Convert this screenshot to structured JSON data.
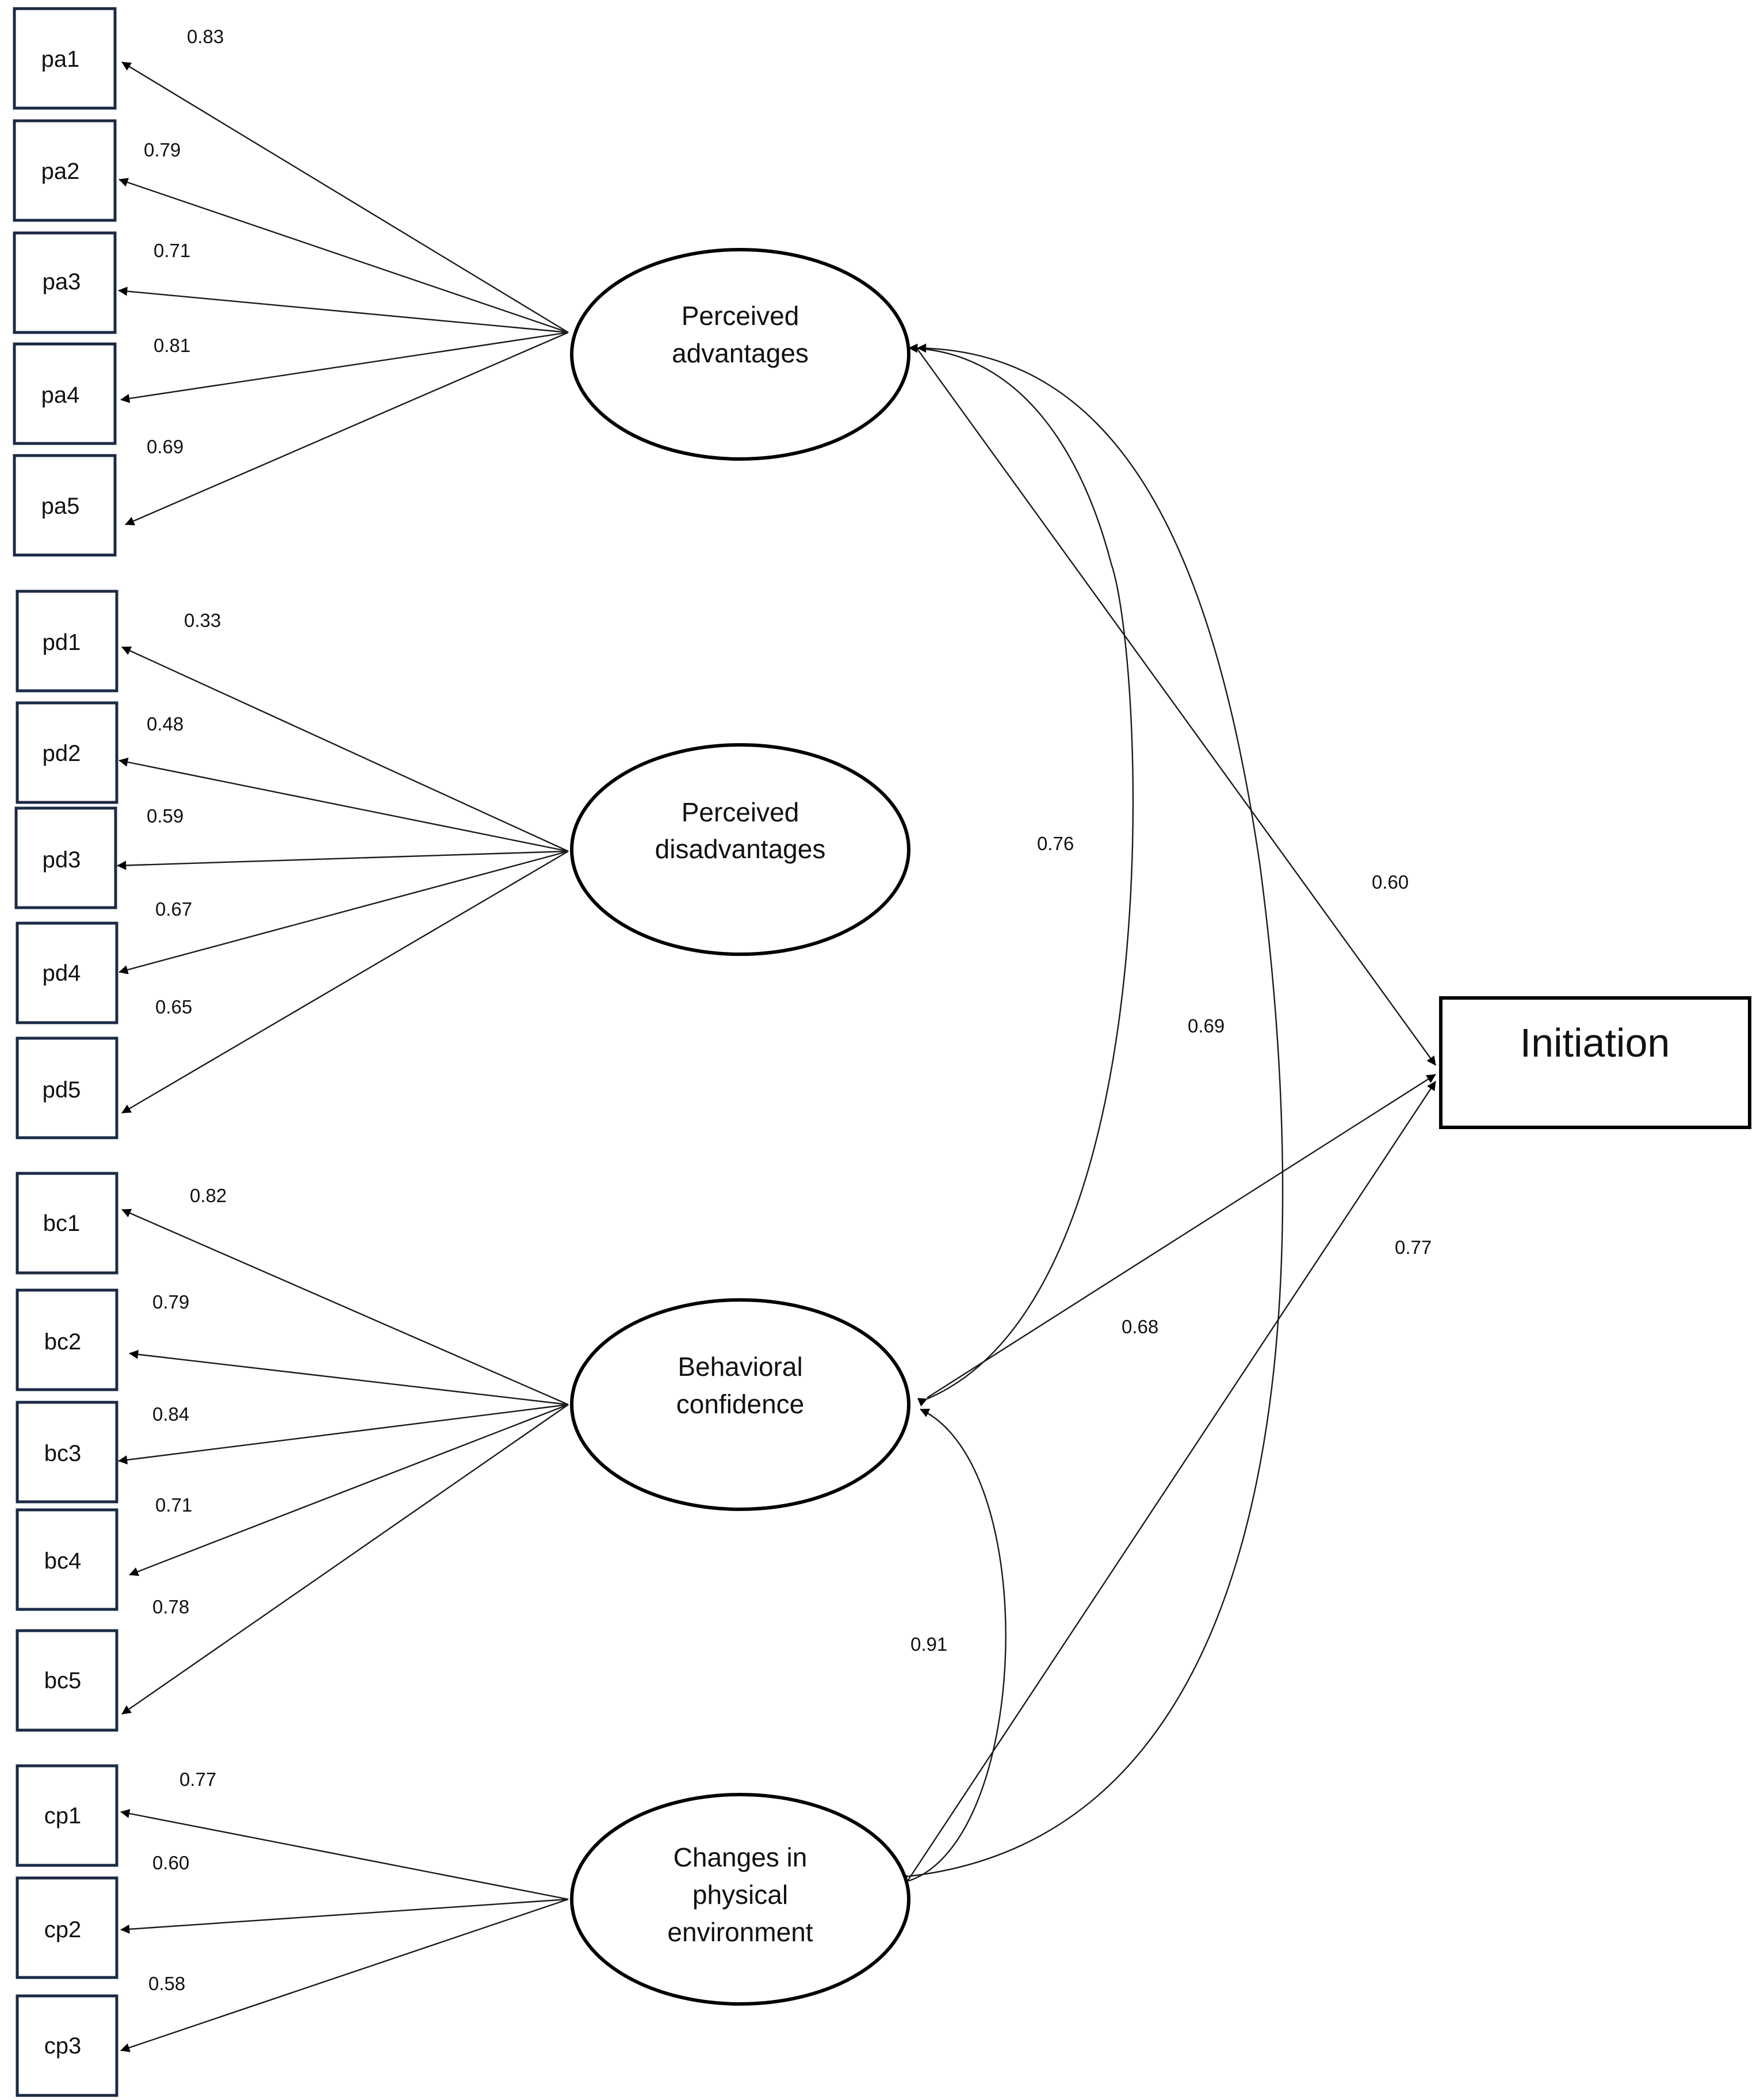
{
  "latents": {
    "pa": {
      "line1": "Perceived",
      "line2": "advantages"
    },
    "pd": {
      "line1": "Perceived",
      "line2": "disadvantages"
    },
    "bc": {
      "line1": "Behavioral",
      "line2": "confidence"
    },
    "cp": {
      "line1": "Changes in",
      "line2": "physical",
      "line3": "environment"
    }
  },
  "outcome": {
    "label": "Initiation"
  },
  "indicators": {
    "pa": [
      {
        "label": "pa1",
        "loading": "0.83"
      },
      {
        "label": "pa2",
        "loading": "0.79"
      },
      {
        "label": "pa3",
        "loading": "0.71"
      },
      {
        "label": "pa4",
        "loading": "0.81"
      },
      {
        "label": "pa5",
        "loading": "0.69"
      }
    ],
    "pd": [
      {
        "label": "pd1",
        "loading": "0.33"
      },
      {
        "label": "pd2",
        "loading": "0.48"
      },
      {
        "label": "pd3",
        "loading": "0.59"
      },
      {
        "label": "pd4",
        "loading": "0.67"
      },
      {
        "label": "pd5",
        "loading": "0.65"
      }
    ],
    "bc": [
      {
        "label": "bc1",
        "loading": "0.82"
      },
      {
        "label": "bc2",
        "loading": "0.79"
      },
      {
        "label": "bc3",
        "loading": "0.84"
      },
      {
        "label": "bc4",
        "loading": "0.71"
      },
      {
        "label": "bc5",
        "loading": "0.78"
      }
    ],
    "cp": [
      {
        "label": "cp1",
        "loading": "0.77"
      },
      {
        "label": "cp2",
        "loading": "0.60"
      },
      {
        "label": "cp3",
        "loading": "0.58"
      }
    ]
  },
  "structural": {
    "pa_to_initiation": "0.60",
    "bc_to_initiation": "0.68",
    "cp_to_initiation": "0.77"
  },
  "correlations": {
    "pa_bc": "0.76",
    "pa_cp": "0.69",
    "bc_cp": "0.91"
  }
}
